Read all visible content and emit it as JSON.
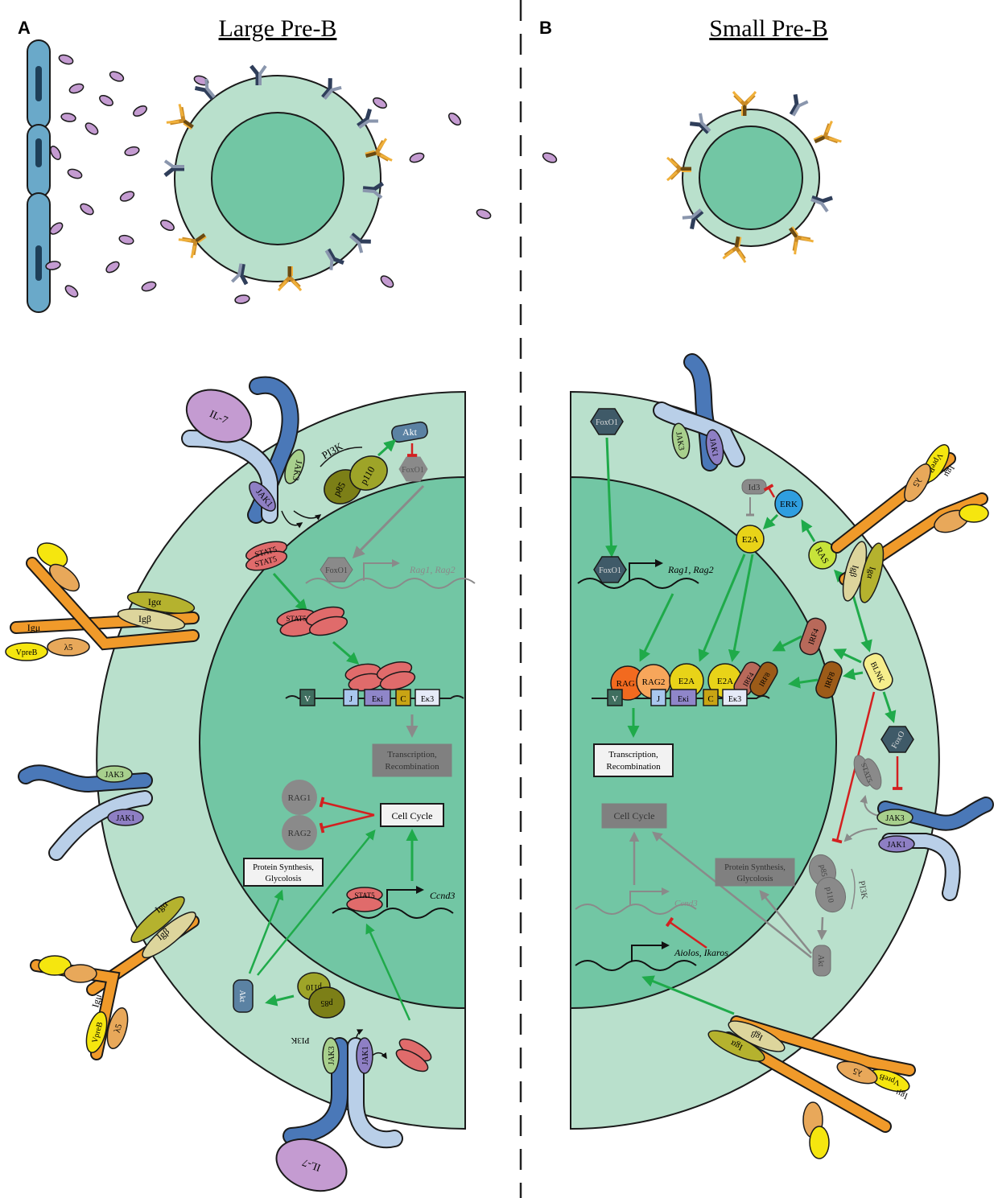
{
  "panels": {
    "a": {
      "letter": "A",
      "title": "Large Pre-B"
    },
    "b": {
      "letter": "B",
      "title": "Small Pre-B"
    }
  },
  "molecules": {
    "il7": "IL-7",
    "jak1": "JAK1",
    "jak3": "JAK3",
    "pi3k": "PI3K",
    "p85": "p85",
    "p110": "p110",
    "akt": "Akt",
    "foxo1": "FoxO1",
    "foxo": "FoxO",
    "stat5": "STAT5",
    "rag1": "RAG1",
    "rag2": "RAG2",
    "e2a": "E2A",
    "irf4": "IRF4",
    "irf8": "IRF8",
    "blnk": "BLNK",
    "erk": "ERK",
    "ras": "RAS",
    "id3": "Id3",
    "igmu": "Igμ",
    "iga": "Igα",
    "igb": "Igβ",
    "vpreb": "VpreB",
    "lambda5": "λ5"
  },
  "genes": {
    "rag": "Rag1, Rag2",
    "ccnd3": "Ccnd3",
    "aiolos": "Aiolos, Ikaros"
  },
  "locus": {
    "v": "V",
    "j": "J",
    "eki": "Eκi",
    "c": "C",
    "ek3": "Eκ3"
  },
  "boxes": {
    "transcription": "Transcription, Recombination",
    "cell_cycle": "Cell Cycle",
    "protein": "Protein Synthesis, Glycolosis"
  },
  "colors": {
    "outer_cell": "#b9e0cc",
    "nucleus": "#72c6a4",
    "stroke": "#1a1a1a",
    "il7": "#c49bd1",
    "jak_dark": "#4a78b8",
    "jak_light": "#b9cfe8",
    "pi3k": "#7c7f17",
    "akt": "#5b82a3",
    "stat5": "#e06b6b",
    "inactive": "#8a8a8a",
    "activation": "#1faa4a",
    "inhibition": "#d32020",
    "heavy_chain": "#f09a2a",
    "vpreb": "#f5e60f",
    "iga": "#b5b22e",
    "igb": "#ddd59c",
    "rag1": "#f26a1f",
    "rag2": "#f7a65b",
    "e2a": "#e8d318",
    "irf4": "#b8695a",
    "irf8": "#9c5b18",
    "blnk": "#f6ee8c",
    "erk": "#2f9ee0",
    "ras": "#c7e33a"
  }
}
